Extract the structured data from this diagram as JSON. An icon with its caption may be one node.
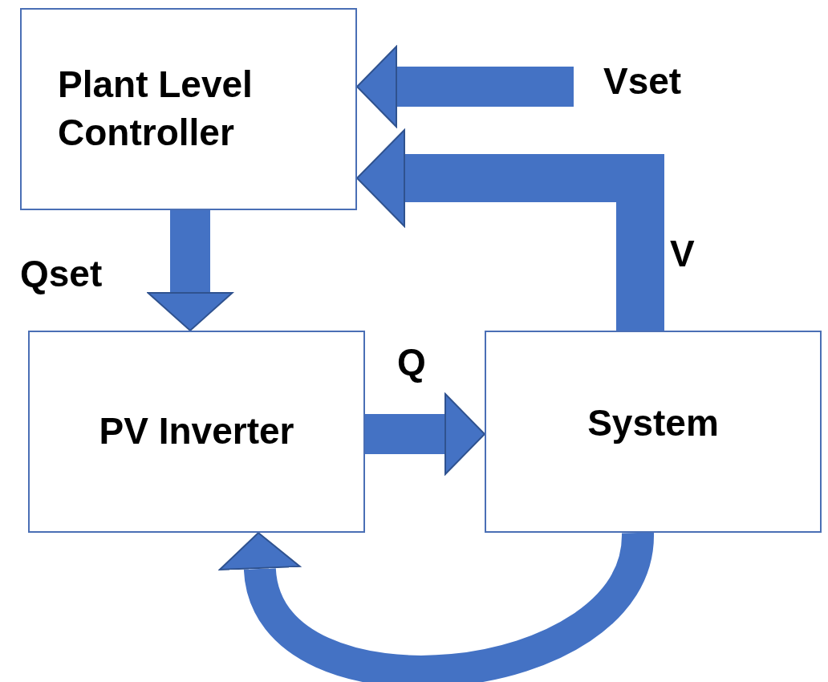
{
  "diagram": {
    "nodes": [
      {
        "text": [
          "Plant Level Controller"
        ]
      },
      {
        "text": [
          "PV Inverter"
        ]
      },
      {
        "text": [
          "System"
        ]
      }
    ],
    "edges": [
      {
        "from": null,
        "to": 0,
        "arrow": "to",
        "label": "Vset"
      },
      {
        "from": 0,
        "to": 1,
        "arrow": "to",
        "label": "Qset"
      },
      {
        "from": 1,
        "to": 2,
        "arrow": "to",
        "label": "Q"
      },
      {
        "from": 2,
        "to": 0,
        "arrow": "to",
        "label": "V"
      },
      {
        "from": 2,
        "to": 1,
        "arrow": "to"
      }
    ]
  }
}
